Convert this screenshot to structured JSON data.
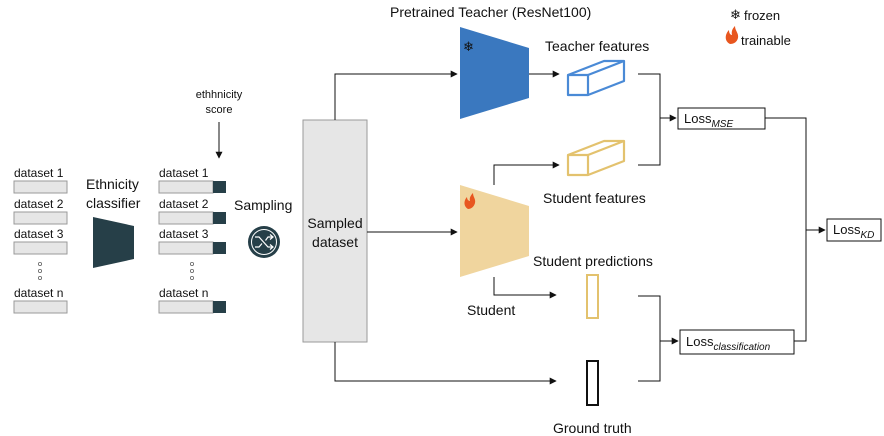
{
  "legend": {
    "frozen_label": "frozen",
    "trainable_label": "trainable",
    "frozen_icon": "snowflake-icon",
    "trainable_icon": "flame-icon"
  },
  "left_datasets": [
    "dataset 1",
    "dataset 2",
    "dataset 3",
    "dataset n"
  ],
  "scored_datasets": [
    "dataset 1",
    "dataset 2",
    "dataset 3",
    "dataset n"
  ],
  "ethnicity_score_label": [
    "ethhnicity",
    "score"
  ],
  "classifier_label": [
    "Ethnicity",
    "classifier"
  ],
  "sampling_label": "Sampling",
  "sampling_icon": "shuffle-icon",
  "sampled_dataset_label": [
    "Sampled",
    "dataset"
  ],
  "teacher": {
    "title": "Pretrained Teacher (ResNet100)",
    "features_label": "Teacher features"
  },
  "student": {
    "label": "Student",
    "features_label": "Student features",
    "predictions_label": "Student predictions"
  },
  "ground_truth_label": "Ground truth",
  "losses": {
    "mse_main": "Loss",
    "mse_sub": "MSE",
    "kd_main": "Loss",
    "kd_sub": "KD",
    "cls_main": "Loss",
    "cls_sub": "classification"
  },
  "colors": {
    "teacher": "#3a78bf",
    "student": "#f0d59e",
    "classifier": "#263f48",
    "teacher_features": "#4a8ad6",
    "student_features": "#e3c26e",
    "dataset_bar": "#e6e6e6",
    "score_block": "#263f48"
  }
}
